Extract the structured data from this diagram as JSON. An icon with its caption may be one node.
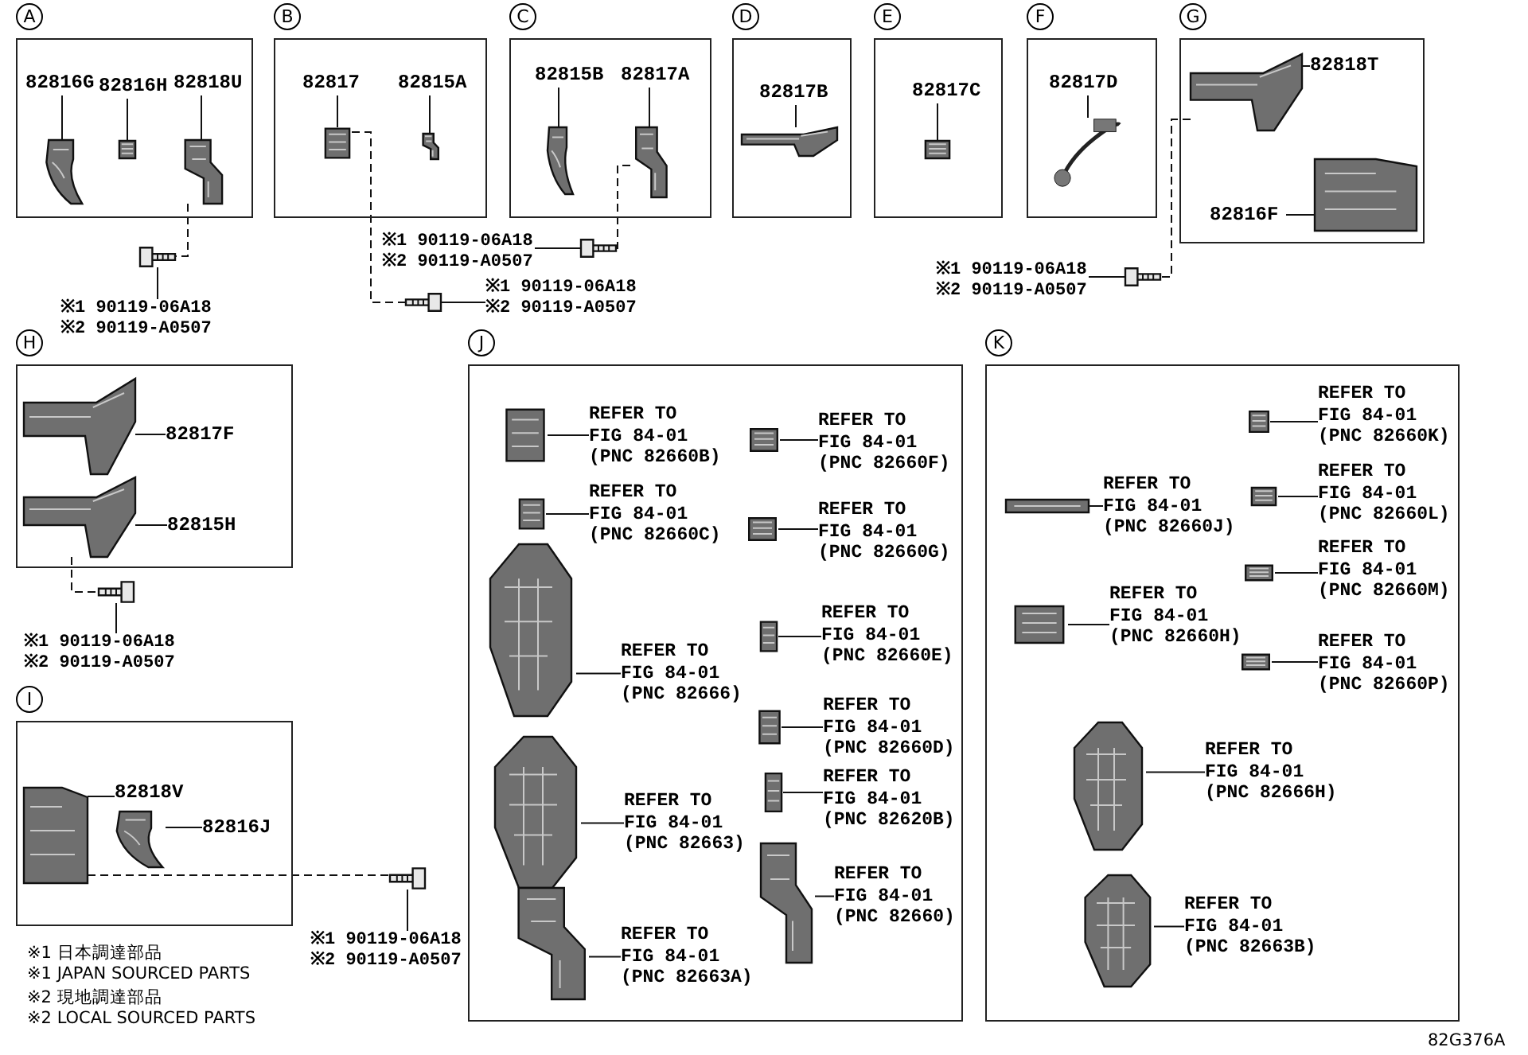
{
  "diagram": {
    "nodes": [
      {
        "text": [
          "A"
        ]
      },
      {
        "text": [
          "82816G"
        ],
        "in": 0
      },
      {
        "text": [],
        "shape": "picture",
        "in": 0
      },
      {
        "text": [
          "82816H"
        ],
        "in": 0
      },
      {
        "text": [],
        "shape": "picture",
        "in": 0
      },
      {
        "text": [
          "82818U"
        ],
        "in": 0
      },
      {
        "text": [],
        "shape": "picture",
        "in": 0
      },
      {
        "text": [],
        "shape": "picture"
      },
      {
        "text": [
          "※1 90119-06A18",
          "※2 90119-A0507"
        ]
      },
      {
        "text": [
          "B"
        ]
      },
      {
        "text": [
          "82817"
        ],
        "in": 9
      },
      {
        "text": [],
        "shape": "picture",
        "in": 9
      },
      {
        "text": [
          "82815A"
        ],
        "in": 9
      },
      {
        "text": [],
        "shape": "picture",
        "in": 9
      },
      {
        "text": [
          "C"
        ]
      },
      {
        "text": [
          "82815B"
        ],
        "in": 14
      },
      {
        "text": [],
        "shape": "picture",
        "in": 14
      },
      {
        "text": [
          "82817A"
        ],
        "in": 14
      },
      {
        "text": [],
        "shape": "picture",
        "in": 14
      },
      {
        "text": [
          "※1 90119-06A18",
          "※2 90119-A0507"
        ]
      },
      {
        "text": [],
        "shape": "picture"
      },
      {
        "text": [],
        "shape": "picture"
      },
      {
        "text": [
          "※1 90119-06A18",
          "※2 90119-A0507"
        ]
      },
      {
        "text": [
          "D"
        ]
      },
      {
        "text": [
          "82817B"
        ],
        "in": 23
      },
      {
        "text": [],
        "shape": "picture",
        "in": 23
      },
      {
        "text": [
          "E"
        ]
      },
      {
        "text": [
          "82817C"
        ],
        "in": 26
      },
      {
        "text": [],
        "shape": "picture",
        "in": 26
      },
      {
        "text": [
          "F"
        ]
      },
      {
        "text": [
          "82817D"
        ],
        "in": 29
      },
      {
        "text": [],
        "shape": "picture",
        "in": 29
      },
      {
        "text": [
          "G"
        ]
      },
      {
        "text": [
          "82818T"
        ],
        "in": 32
      },
      {
        "text": [],
        "shape": "picture",
        "in": 32
      },
      {
        "text": [
          "82816F"
        ],
        "in": 32
      },
      {
        "text": [],
        "shape": "picture",
        "in": 32
      },
      {
        "text": [
          "※1 90119-06A18",
          "※2 90119-A0507"
        ]
      },
      {
        "text": [],
        "shape": "picture"
      },
      {
        "text": [
          "H"
        ]
      },
      {
        "text": [
          "82817F"
        ],
        "in": 39
      },
      {
        "text": [],
        "shape": "picture",
        "in": 39
      },
      {
        "text": [
          "82815H"
        ],
        "in": 39
      },
      {
        "text": [],
        "shape": "picture",
        "in": 39
      },
      {
        "text": [],
        "shape": "picture"
      },
      {
        "text": [
          "※1 90119-06A18",
          "※2 90119-A0507"
        ]
      },
      {
        "text": [
          "I"
        ]
      },
      {
        "text": [
          "82818V"
        ],
        "in": 46
      },
      {
        "text": [],
        "shape": "picture",
        "in": 46
      },
      {
        "text": [
          "82816J"
        ],
        "in": 46
      },
      {
        "text": [],
        "shape": "picture",
        "in": 46
      },
      {
        "text": [],
        "shape": "picture"
      },
      {
        "text": [
          "※1 90119-06A18",
          "※2 90119-A0507"
        ]
      },
      {
        "text": [
          "J"
        ]
      },
      {
        "text": [
          "REFER TO FIG 84-01 (PNC 82660B)"
        ],
        "in": 53
      },
      {
        "text": [],
        "shape": "picture",
        "in": 53
      },
      {
        "text": [
          "REFER TO FIG 84-01 (PNC 82660F)"
        ],
        "in": 53
      },
      {
        "text": [],
        "shape": "picture",
        "in": 53
      },
      {
        "text": [
          "REFER TO FIG 84-01 (PNC 82660C)"
        ],
        "in": 53
      },
      {
        "text": [],
        "shape": "picture",
        "in": 53
      },
      {
        "text": [
          "REFER TO FIG 84-01 (PNC 82660G)"
        ],
        "in": 53
      },
      {
        "text": [],
        "shape": "picture",
        "in": 53
      },
      {
        "text": [
          "REFER TO FIG 84-01 (PNC 82660E)"
        ],
        "in": 53
      },
      {
        "text": [],
        "shape": "picture",
        "in": 53
      },
      {
        "text": [
          "REFER TO FIG 84-01 (PNC 82666)"
        ],
        "in": 53
      },
      {
        "text": [],
        "shape": "picture",
        "in": 53
      },
      {
        "text": [
          "REFER TO FIG 84-01 (PNC 82660D)"
        ],
        "in": 53
      },
      {
        "text": [],
        "shape": "picture",
        "in": 53
      },
      {
        "text": [
          "REFER TO FIG 84-01 (PNC 82620B)"
        ],
        "in": 53
      },
      {
        "text": [],
        "shape": "picture",
        "in": 53
      },
      {
        "text": [
          "REFER TO FIG 84-01 (PNC 82663)"
        ],
        "in": 53
      },
      {
        "text": [],
        "shape": "picture",
        "in": 53
      },
      {
        "text": [
          "REFER TO FIG 84-01 (PNC 82660)"
        ],
        "in": 53
      },
      {
        "text": [],
        "shape": "picture",
        "in": 53
      },
      {
        "text": [
          "REFER TO FIG 84-01 (PNC 82663A)"
        ],
        "in": 53
      },
      {
        "text": [],
        "shape": "picture",
        "in": 53
      },
      {
        "text": [
          "K"
        ]
      },
      {
        "text": [
          "REFER TO FIG 84-01 (PNC 82660K)"
        ],
        "in": 76
      },
      {
        "text": [],
        "shape": "picture",
        "in": 76
      },
      {
        "text": [
          "REFER TO FIG 84-01 (PNC 82660L)"
        ],
        "in": 76
      },
      {
        "text": [],
        "shape": "picture",
        "in": 76
      },
      {
        "text": [
          "REFER TO FIG 84-01 (PNC 82660J)"
        ],
        "in": 76
      },
      {
        "text": [],
        "shape": "picture",
        "in": 76
      },
      {
        "text": [
          "REFER TO FIG 84-01 (PNC 82660M)"
        ],
        "in": 76
      },
      {
        "text": [],
        "shape": "picture",
        "in": 76
      },
      {
        "text": [
          "REFER TO FIG 84-01 (PNC 82660H)"
        ],
        "in": 76
      },
      {
        "text": [],
        "shape": "picture",
        "in": 76
      },
      {
        "text": [
          "REFER TO FIG 84-01 (PNC 82660P)"
        ],
        "in": 76
      },
      {
        "text": [],
        "shape": "picture",
        "in": 76
      },
      {
        "text": [
          "REFER TO FIG 84-01 (PNC 82666H)"
        ],
        "in": 76
      },
      {
        "text": [],
        "shape": "picture",
        "in": 76
      },
      {
        "text": [
          "REFER TO FIG 84-01 (PNC 82663B)"
        ],
        "in": 76
      },
      {
        "text": [],
        "shape": "picture",
        "in": 76
      }
    ],
    "edges": [
      {
        "from": 1,
        "to": 2,
        "arrow": "none"
      },
      {
        "from": 3,
        "to": 4,
        "arrow": "none"
      },
      {
        "from": 5,
        "to": 6,
        "arrow": "none"
      },
      {
        "from": 10,
        "to": 11,
        "arrow": "none"
      },
      {
        "from": 12,
        "to": 13,
        "arrow": "none"
      },
      {
        "from": 15,
        "to": 16,
        "arrow": "none"
      },
      {
        "from": 17,
        "to": 18,
        "arrow": "none"
      },
      {
        "from": 24,
        "to": 25,
        "arrow": "none"
      },
      {
        "from": 27,
        "to": 28,
        "arrow": "none"
      },
      {
        "from": 30,
        "to": 31,
        "arrow": "none"
      },
      {
        "from": 33,
        "to": 34,
        "arrow": "none"
      },
      {
        "from": 35,
        "to": 36,
        "arrow": "none"
      },
      {
        "from": 40,
        "to": 41,
        "arrow": "none"
      },
      {
        "from": 42,
        "to": 43,
        "arrow": "none"
      },
      {
        "from": 47,
        "to": 48,
        "arrow": "none"
      },
      {
        "from": 49,
        "to": 50,
        "arrow": "none"
      },
      {
        "from": 54,
        "to": 55,
        "arrow": "none"
      },
      {
        "from": 56,
        "to": 57,
        "arrow": "none"
      },
      {
        "from": 58,
        "to": 59,
        "arrow": "none"
      },
      {
        "from": 60,
        "to": 61,
        "arrow": "none"
      },
      {
        "from": 62,
        "to": 63,
        "arrow": "none"
      },
      {
        "from": 64,
        "to": 65,
        "arrow": "none"
      },
      {
        "from": 66,
        "to": 67,
        "arrow": "none"
      },
      {
        "from": 68,
        "to": 69,
        "arrow": "none"
      },
      {
        "from": 70,
        "to": 71,
        "arrow": "none"
      },
      {
        "from": 72,
        "to": 73,
        "arrow": "none"
      },
      {
        "from": 74,
        "to": 75,
        "arrow": "none"
      },
      {
        "from": 77,
        "to": 78,
        "arrow": "none"
      },
      {
        "from": 79,
        "to": 80,
        "arrow": "none"
      },
      {
        "from": 81,
        "to": 82,
        "arrow": "none"
      },
      {
        "from": 83,
        "to": 84,
        "arrow": "none"
      },
      {
        "from": 85,
        "to": 86,
        "arrow": "none"
      },
      {
        "from": 87,
        "to": 88,
        "arrow": "none"
      },
      {
        "from": 89,
        "to": 90,
        "arrow": "none"
      },
      {
        "from": 91,
        "to": 92,
        "arrow": "none"
      },
      {
        "from": 8,
        "to": 7,
        "arrow": "none"
      },
      {
        "from": 19,
        "to": 20,
        "arrow": "none"
      },
      {
        "from": 22,
        "to": 21,
        "arrow": "none"
      },
      {
        "from": 37,
        "to": 38,
        "arrow": "none"
      },
      {
        "from": 45,
        "to": 44,
        "arrow": "none"
      },
      {
        "from": 52,
        "to": 51,
        "arrow": "none"
      },
      {
        "from": 6,
        "to": 7,
        "arrow": "none",
        "style": "dashed"
      },
      {
        "from": 11,
        "to": 21,
        "arrow": "none",
        "style": "dashed"
      },
      {
        "from": 18,
        "to": 20,
        "arrow": "none",
        "style": "dashed"
      },
      {
        "from": 34,
        "to": 38,
        "arrow": "none",
        "style": "dashed"
      },
      {
        "from": 43,
        "to": 44,
        "arrow": "none",
        "style": "dashed"
      },
      {
        "from": 48,
        "to": 51,
        "arrow": "none",
        "style": "dashed"
      }
    ],
    "labels": [
      "※1 日本調達部品",
      "※1 JAPAN SOURCED PARTS",
      "※2 現地調達部品",
      "※2 LOCAL SOURCED PARTS",
      "82G376A"
    ]
  }
}
